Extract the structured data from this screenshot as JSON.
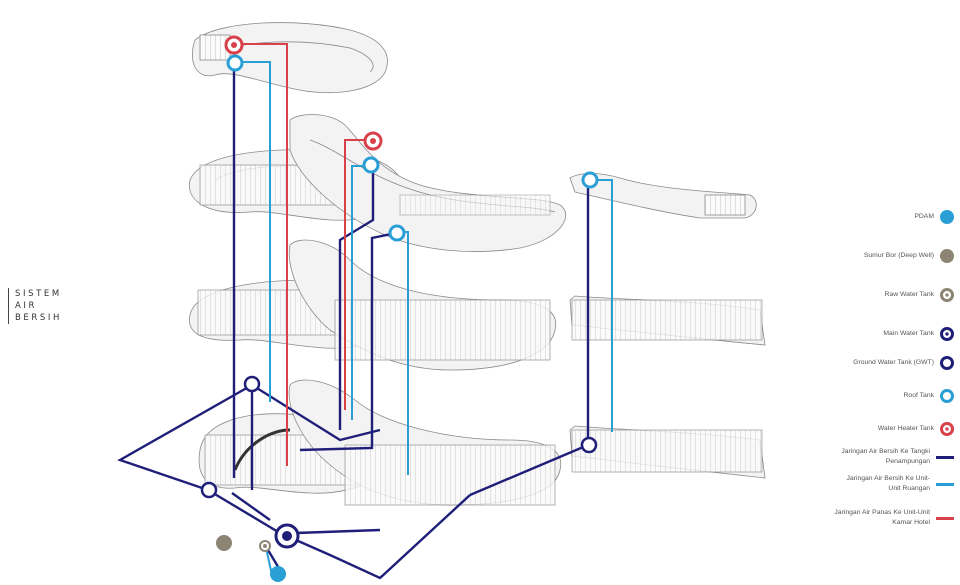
{
  "title": [
    "SISTEM",
    "AIR",
    "BERSIH"
  ],
  "colors": {
    "main_pipe": "#1f1f7a",
    "clean_pipe": "#2a9fd6",
    "hot_pipe": "#d8404a",
    "pdam": "#2a9fd6",
    "deep_well": "#8c8574",
    "building_stroke": "#8a8a8a",
    "building_fill": "#f4f4f4"
  },
  "legend": [
    {
      "label": "PDAM",
      "icon": "filled-blue-dot"
    },
    {
      "label": "Sumur Bor (Deep Well)",
      "icon": "filled-grey-dot"
    },
    {
      "label": "Raw Water Tank",
      "icon": "grey-ring"
    },
    {
      "label": "Main Water Tank",
      "icon": "navy-ring"
    },
    {
      "label": "Ground Water Tank (GWT)",
      "icon": "navy-open-ring"
    },
    {
      "label": "Roof Tank",
      "icon": "blue-ring"
    },
    {
      "label": "Water Heater Tank",
      "icon": "red-ring"
    },
    {
      "label": "Jaringan Air Bersih Ke Tangki Penampungan",
      "icon": "navy-line"
    },
    {
      "label": "Jaringan Air Bersih Ke Unit-Unit Ruangan",
      "icon": "blue-line"
    },
    {
      "label": "Jaringan Air Panas Ke Unit-Unit Kamar Hotel",
      "icon": "red-line"
    }
  ]
}
